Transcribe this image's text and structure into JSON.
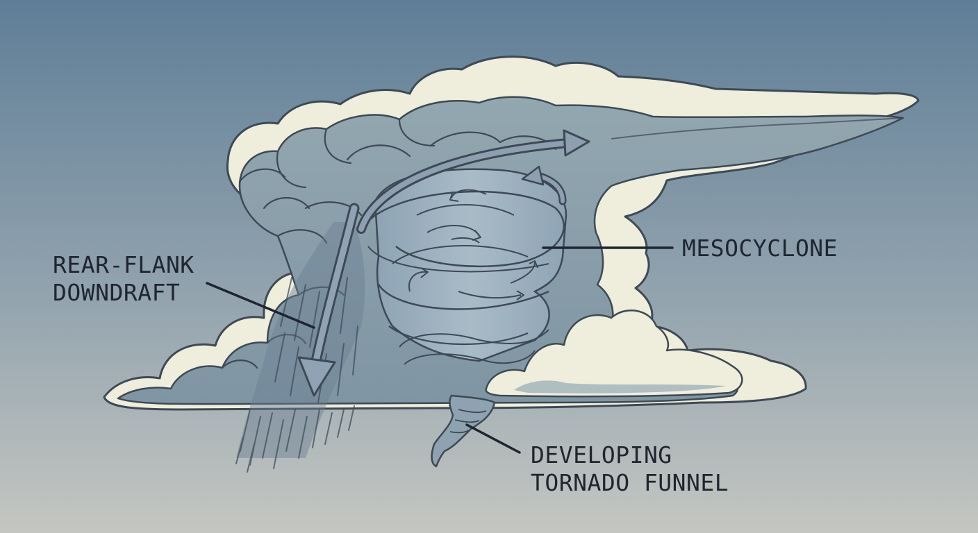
{
  "labels": {
    "rear_flank_downdraft": {
      "line1": "REAR-FLANK",
      "line2": "DOWNDRAFT"
    },
    "mesocyclone": "MESOCYCLONE",
    "tornado_funnel": {
      "line1": "DEVELOPING",
      "line2": "TORNADO FUNNEL"
    }
  },
  "colors": {
    "sky_top": "#5f7e97",
    "sky_bottom": "#c4c6c1",
    "cloud_edge": "#eeecd9",
    "cloud_body": "#8ea2ab",
    "outline": "#3d4955",
    "label_text": "#1f2530"
  }
}
